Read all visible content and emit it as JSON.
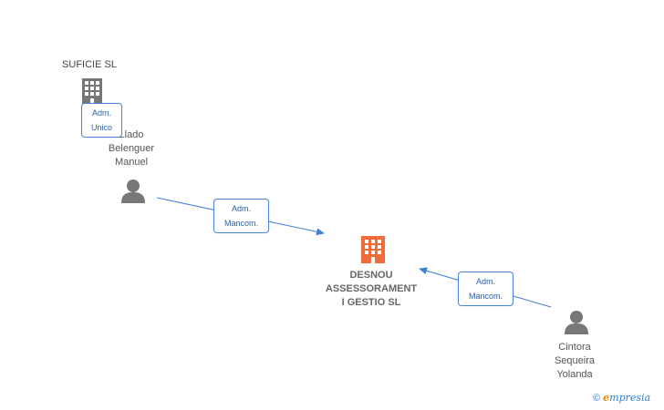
{
  "nodes": {
    "suficie": {
      "name": "SUFICIE SL"
    },
    "llado": {
      "name_lines": [
        "Llado",
        "Belenguer",
        "Manuel"
      ]
    },
    "desnou": {
      "name_lines": [
        "DESNOU",
        "ASSESSORAMENT",
        "I GESTIO SL"
      ]
    },
    "cintora": {
      "name_lines": [
        "Cintora",
        "Sequeira",
        "Yolanda"
      ]
    }
  },
  "edges": {
    "suficie_to_llado": {
      "role_lines": [
        "Adm.",
        "Unico"
      ]
    },
    "llado_to_desnou": {
      "role_lines": [
        "Adm.",
        "Mancom."
      ]
    },
    "cintora_to_desnou": {
      "role_lines": [
        "Adm.",
        "Mancom."
      ]
    }
  },
  "brand": {
    "copyright": "©",
    "e": "e",
    "rest": "mpresia"
  },
  "colors": {
    "edge": "#3f7fd4",
    "company_main": "#f26b3a",
    "company_other": "#777777",
    "person": "#777777"
  },
  "icons": {
    "company": "building-icon",
    "person": "person-icon"
  }
}
